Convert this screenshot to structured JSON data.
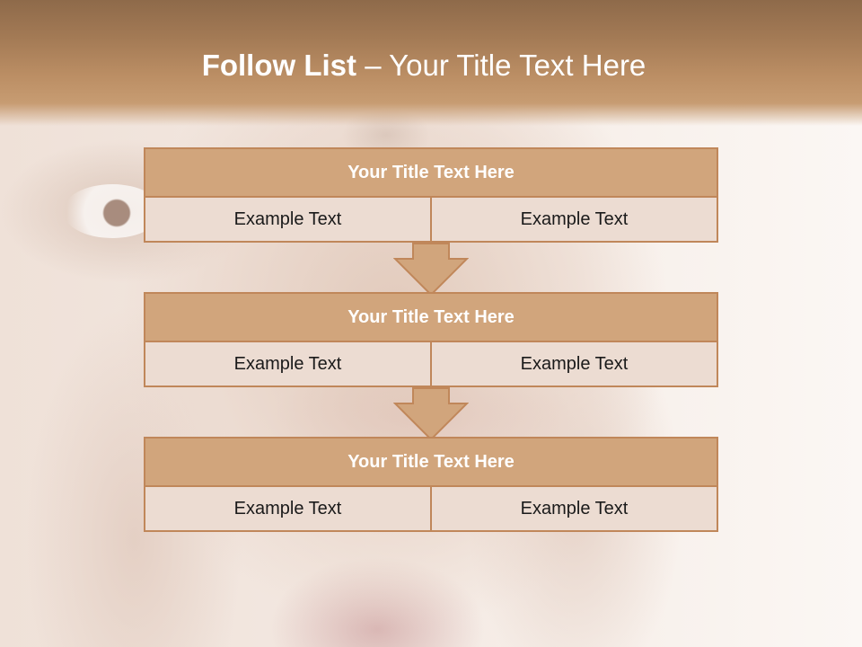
{
  "slide": {
    "title_bold": "Follow List",
    "title_rest": " – Your Title Text Here",
    "accent_color": "#d1a57c",
    "border_color": "#c0875a",
    "cell_color": "#ecdcd2",
    "boxes": [
      {
        "title": "Your Title Text Here",
        "cells": [
          "Example Text",
          "Example Text"
        ]
      },
      {
        "title": "Your Title Text Here",
        "cells": [
          "Example Text",
          "Example Text"
        ]
      },
      {
        "title": "Your Title Text Here",
        "cells": [
          "Example Text",
          "Example Text"
        ]
      }
    ]
  }
}
